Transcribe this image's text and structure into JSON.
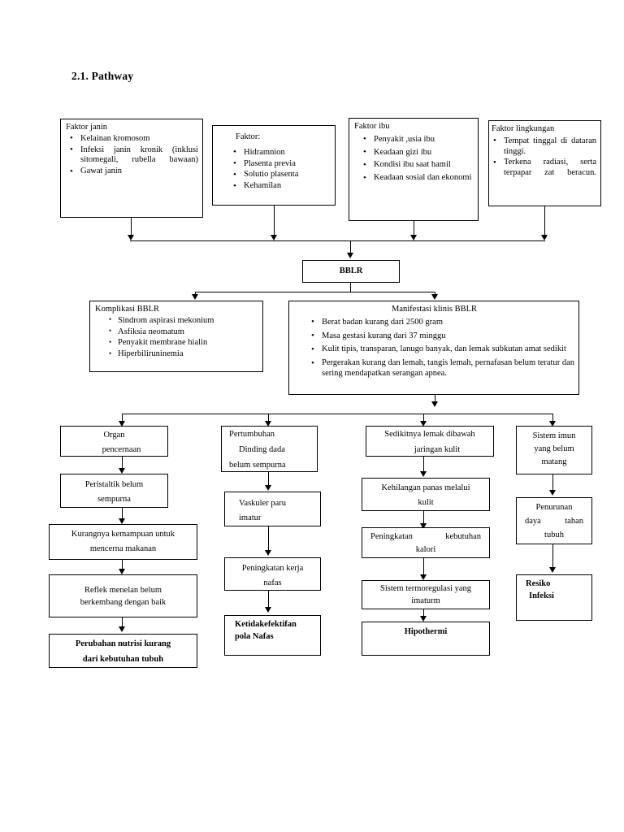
{
  "document": {
    "heading": "2.1. Pathway"
  },
  "top_factors": [
    {
      "id": "faktor-janin",
      "title": "Faktor janin",
      "items": [
        "Kelainan kromosom",
        "Infeksi janin kronik (inklusi sitomegali, rubella bawaan)",
        "Gawat janin"
      ]
    },
    {
      "id": "faktor",
      "title": "Faktor:",
      "items": [
        "Hidramnion",
        "Plasenta previa",
        "Solutio plasenta",
        "Kehamilan"
      ]
    },
    {
      "id": "faktor-ibu",
      "title": "Faktor ibu",
      "items": [
        "Penyakit ,usia ibu",
        "Keadaan gizi ibu",
        "Kondisi ibu saat hamil",
        "Keadaan sosial dan ekonomi"
      ]
    },
    {
      "id": "faktor-lingkungan",
      "title": "Faktor lingkungan",
      "items": [
        "Tempat tinggal di dataran tinggi.",
        "Terkena radiasi, serta terpapar zat beracun."
      ]
    }
  ],
  "central": {
    "label": "BBLR"
  },
  "komplikasi": {
    "title": "Komplikasi BBLR",
    "items": [
      "Sindrom aspirasi mekonium",
      "Asfiksia neomatum",
      "Penyakit membrane hialin",
      "Hiperbiliruninemia"
    ]
  },
  "manifestasi": {
    "title": "Manifestasi klinis BBLR",
    "items": [
      "Berat badan kurang dari 2500 gram",
      "Masa gestasi kurang dari 37 minggu",
      "Kulit tipis, transparan, lanugo banyak, dan lemak subkutan amat sedikit",
      "Pergerakan kurang dan lemah, tangis lemah, pernafasan belum teratur dan sering mendapatkan serangan apnea."
    ]
  },
  "columns": [
    {
      "id": "pencernaan",
      "nodes": [
        {
          "id": "organ-pencernaan",
          "lines": [
            "Organ",
            "pencernaan"
          ],
          "bold": false
        },
        {
          "id": "peristaltik",
          "lines": [
            "Peristaltik belum",
            "sempurna"
          ],
          "bold": false
        },
        {
          "id": "kurangnya-kemampuan",
          "lines": [
            "Kurangnya kemampuan untuk",
            "mencerna makanan"
          ],
          "bold": false
        },
        {
          "id": "reflek-menelan",
          "lines": [
            "Reflek menelan belum",
            "berkembang dengan baik"
          ],
          "bold": false
        },
        {
          "id": "perubahan-nutrisi",
          "lines": [
            "Perubahan nutrisi kurang",
            "dari kebutuhan tubuh"
          ],
          "bold": true
        }
      ]
    },
    {
      "id": "pernafasan",
      "nodes": [
        {
          "id": "pertumbuhan-dinding-dada",
          "lines": [
            "Pertumbuhan",
            "Dinding dada",
            "belum sempurna"
          ],
          "bold": false
        },
        {
          "id": "vaskuler-paru",
          "lines": [
            "Vaskuler paru",
            "imatur"
          ],
          "bold": false
        },
        {
          "id": "peningkatan-kerja-nafas",
          "lines": [
            "Peningkatan kerja",
            "nafas"
          ],
          "bold": false
        },
        {
          "id": "ketidakefektifan-pola-nafas",
          "lines": [
            "Ketidakefektifan",
            "pola Nafas"
          ],
          "bold": true
        }
      ]
    },
    {
      "id": "termoregulasi",
      "nodes": [
        {
          "id": "sedikitnya-lemak",
          "lines": [
            "Sedikitnya lemak dibawah",
            "jaringan kulit"
          ],
          "bold": false
        },
        {
          "id": "kehilangan-panas",
          "lines": [
            "Kehilangan panas melalui",
            "kulit"
          ],
          "bold": false
        },
        {
          "id": "peningkatan-kebutuhan-kalori",
          "lines": [
            "Peningkatan      kebutuhan",
            "kalori"
          ],
          "bold": false
        },
        {
          "id": "sistem-termoregulasi",
          "lines": [
            "Sistem termoregulasi yang",
            "imaturm"
          ],
          "bold": false
        },
        {
          "id": "hipothermi",
          "lines": [
            "Hipothermi"
          ],
          "bold": true
        }
      ]
    },
    {
      "id": "imunitas",
      "nodes": [
        {
          "id": "sistem-imun",
          "lines": [
            "Sistem imun",
            "yang belum",
            "matang"
          ],
          "bold": false
        },
        {
          "id": "penurunan-daya-tahan",
          "lines": [
            "Penurunan",
            "daya      tahan",
            "tubuh"
          ],
          "bold": false
        },
        {
          "id": "resiko-infeksi",
          "lines": [
            "Resiko",
            "Infeksi"
          ],
          "bold": true
        }
      ]
    }
  ]
}
